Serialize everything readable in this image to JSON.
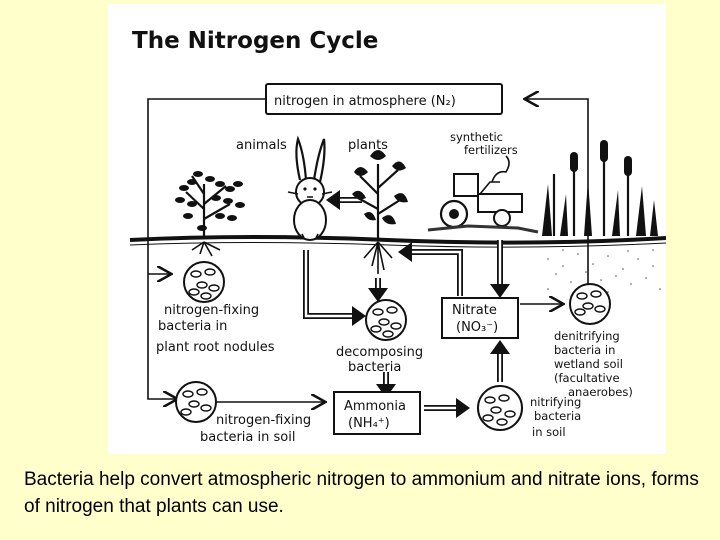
{
  "diagram": {
    "title": "The Nitrogen Cycle",
    "atmosphere": "nitrogen in atmosphere (N₂)",
    "animals": "animals",
    "plants": "plants",
    "fertilizers": [
      "synthetic",
      "fertilizers"
    ],
    "fixing_nodules": [
      "nitrogen-fixing",
      "bacteria in",
      "plant root nodules"
    ],
    "decomposing": [
      "decomposing",
      "bacteria"
    ],
    "nitrate": [
      "Nitrate",
      "(NO₃⁻)"
    ],
    "denitrifying": [
      "denitrifying",
      "bacteria in",
      "wetland soil",
      "(facultative",
      "anaerobes)"
    ],
    "fixing_soil": [
      "nitrogen-fixing",
      "bacteria in soil"
    ],
    "ammonia": [
      "Ammonia",
      "(NH₄⁺)"
    ],
    "nitrifying": [
      "nitrifying",
      "bacteria",
      "in soil"
    ]
  },
  "caption": "Bacteria help convert atmospheric nitrogen to ammonium and nitrate ions, forms of nitrogen that plants can use."
}
